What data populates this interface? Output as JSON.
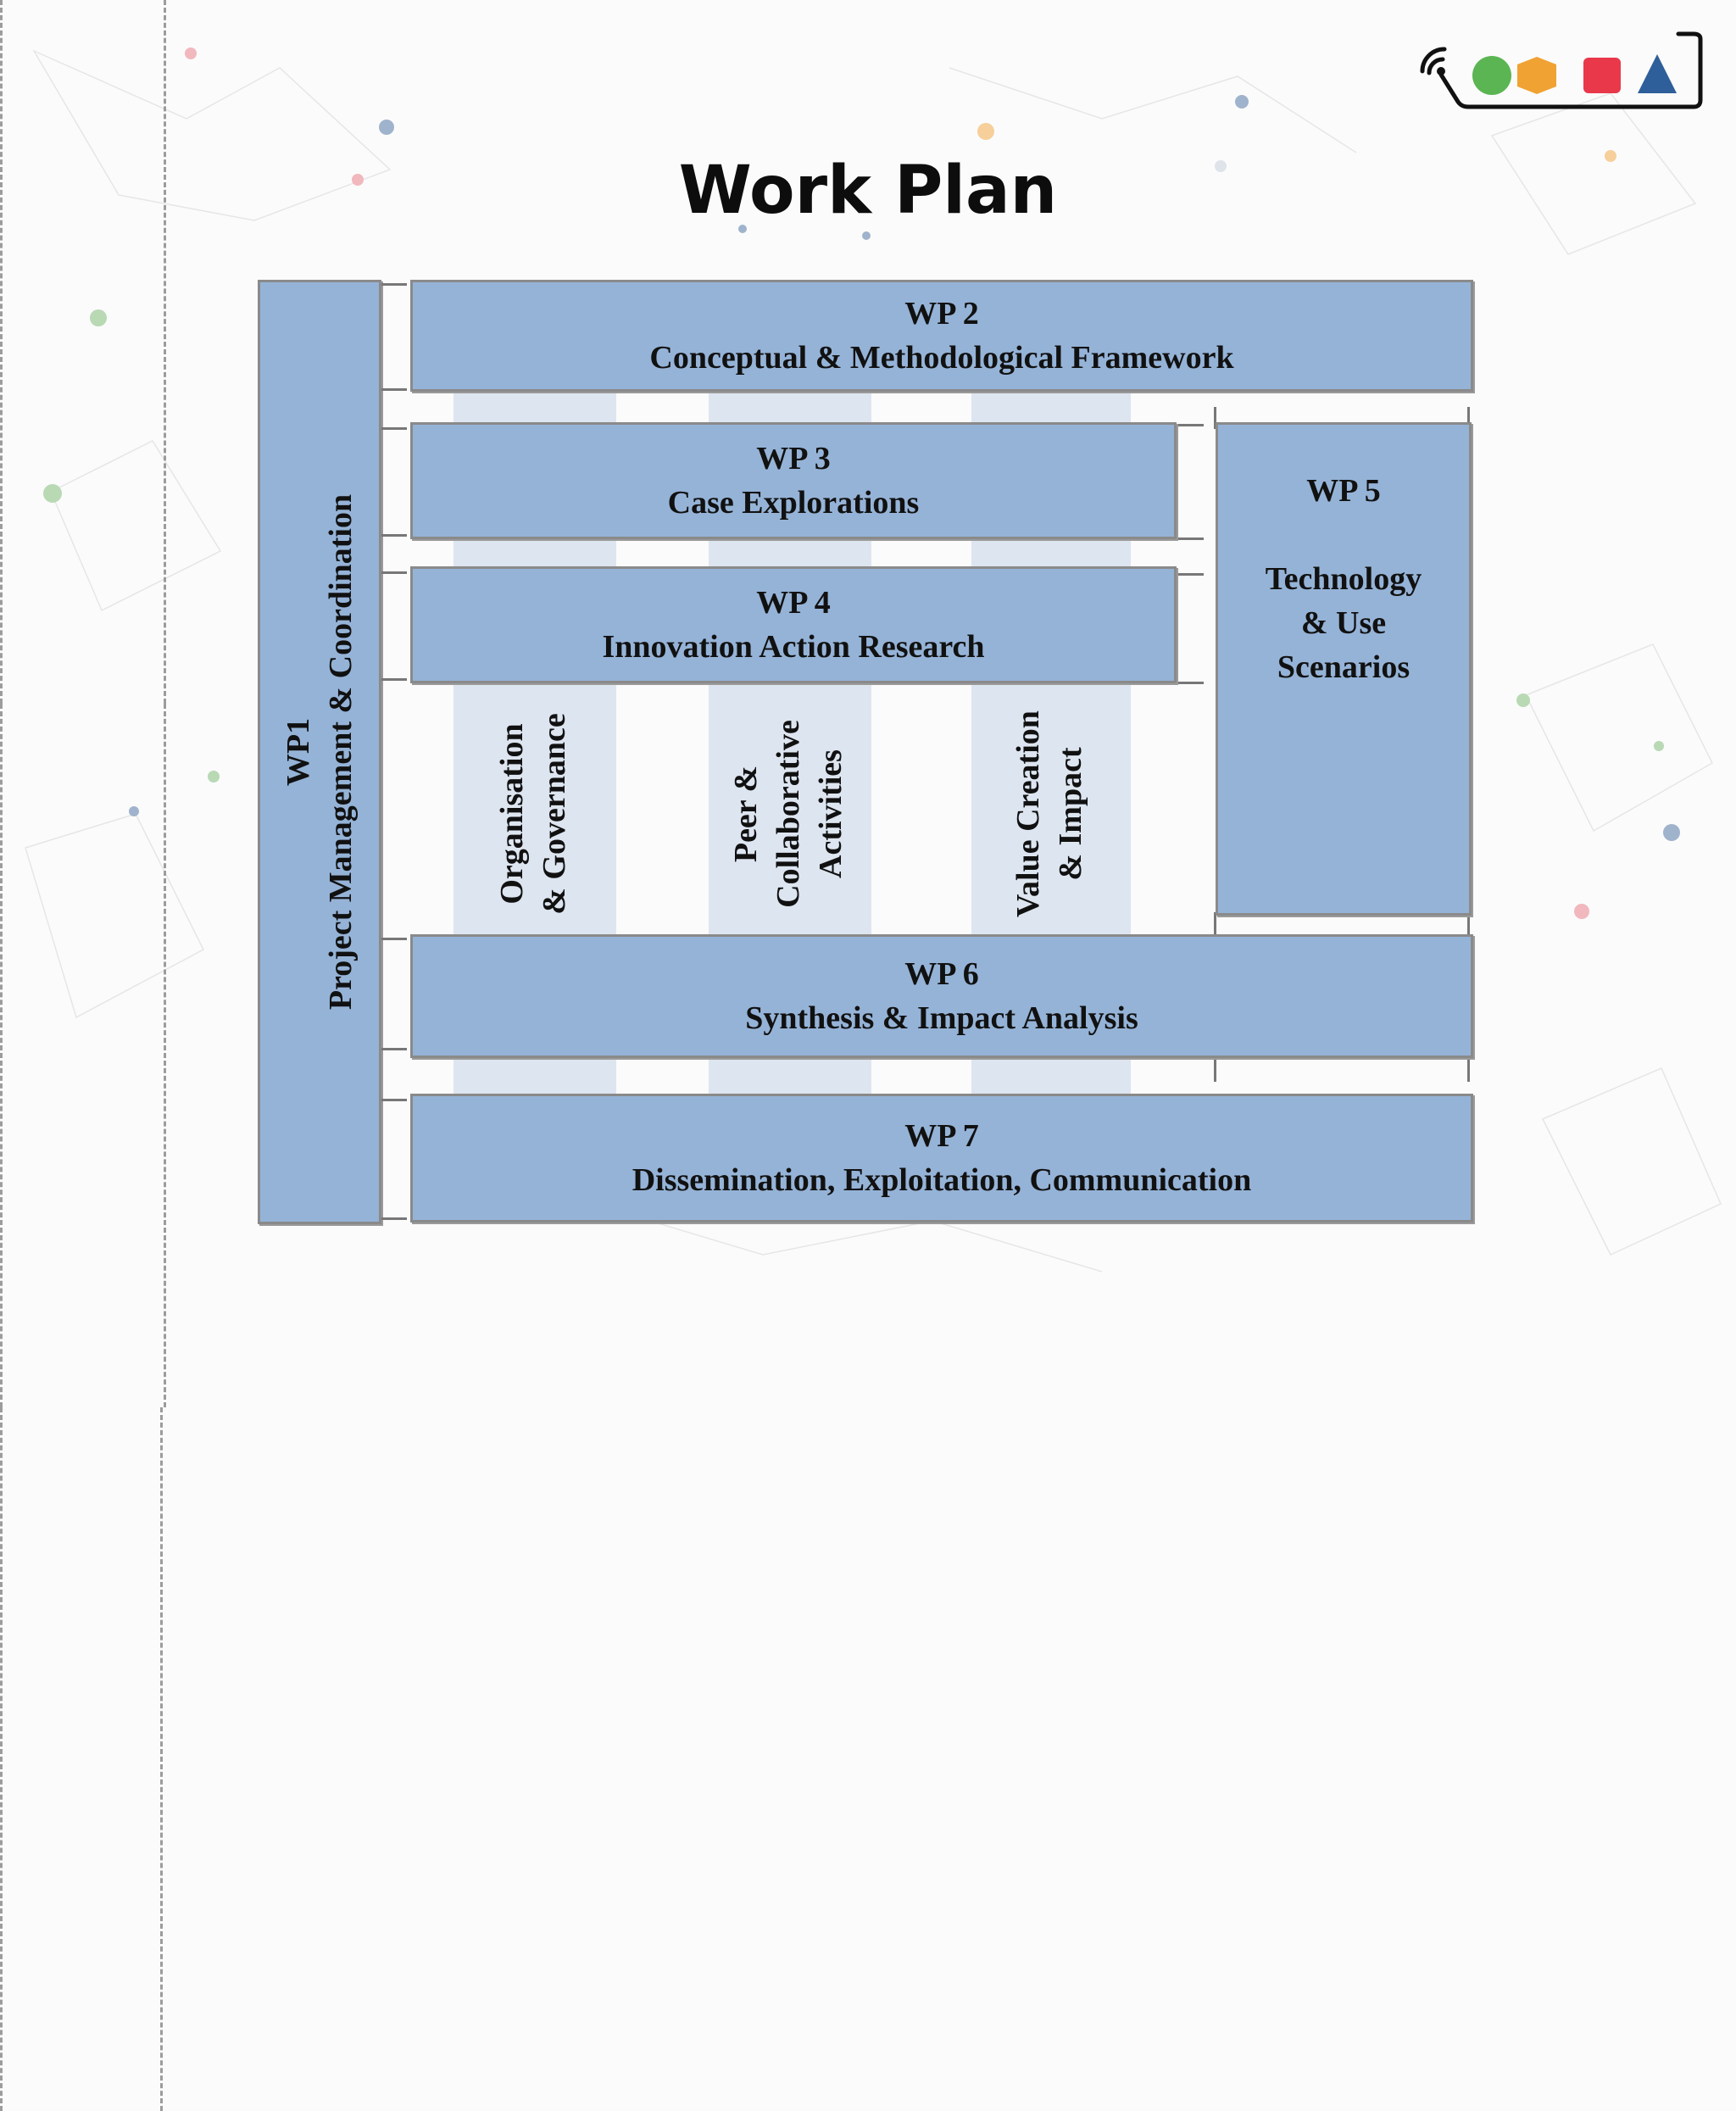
{
  "title": "Work Plan",
  "colors": {
    "box_fill": "#95b3d7",
    "box_border": "#8a8a8a",
    "stripe_fill": "#dde5f0",
    "logo_green": "#5ab552",
    "logo_orange": "#f0a232",
    "logo_red": "#e8384a",
    "logo_blue": "#2f5f9a"
  },
  "logo": {
    "icon": "wifi-signal-shapes-logo"
  },
  "work_packages": {
    "wp1": {
      "id": "WP1",
      "label": "Project Management & Coordination"
    },
    "wp2": {
      "id": "WP 2",
      "label": "Conceptual & Methodological Framework"
    },
    "wp3": {
      "id": "WP 3",
      "label": "Case Explorations"
    },
    "wp4": {
      "id": "WP 4",
      "label": "Innovation Action Research"
    },
    "wp5": {
      "id": "WP 5",
      "label_lines": [
        "Technology",
        "& Use",
        "Scenarios"
      ]
    },
    "wp6": {
      "id": "WP 6",
      "label": "Synthesis & Impact Analysis"
    },
    "wp7": {
      "id": "WP 7",
      "label": "Dissemination, Exploitation, Communication"
    }
  },
  "themes": [
    {
      "lines": [
        "Organisation",
        "& Governance"
      ]
    },
    {
      "lines": [
        "Peer &",
        "Collaborative",
        "Activities"
      ]
    },
    {
      "lines": [
        "Value Creation",
        "& Impact"
      ]
    }
  ]
}
